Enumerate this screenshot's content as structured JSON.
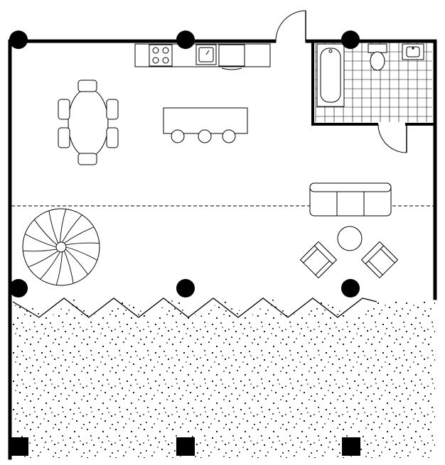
{
  "plan": {
    "ink_color": "#000000",
    "paper_color": "#ffffff",
    "terrace_fill": "stipple",
    "terrace_edge": "zigzag",
    "dashed_line": "level-change"
  },
  "icons": {
    "columns": "column-icon",
    "stair": "spiral-stair-icon",
    "sofa": "sofa-icon",
    "armchair": "armchair-icon",
    "table": "round-table-icon",
    "bathtub": "bathtub-icon",
    "toilet": "toilet-icon",
    "sink": "sink-icon",
    "cooktop": "cooktop-icon"
  }
}
